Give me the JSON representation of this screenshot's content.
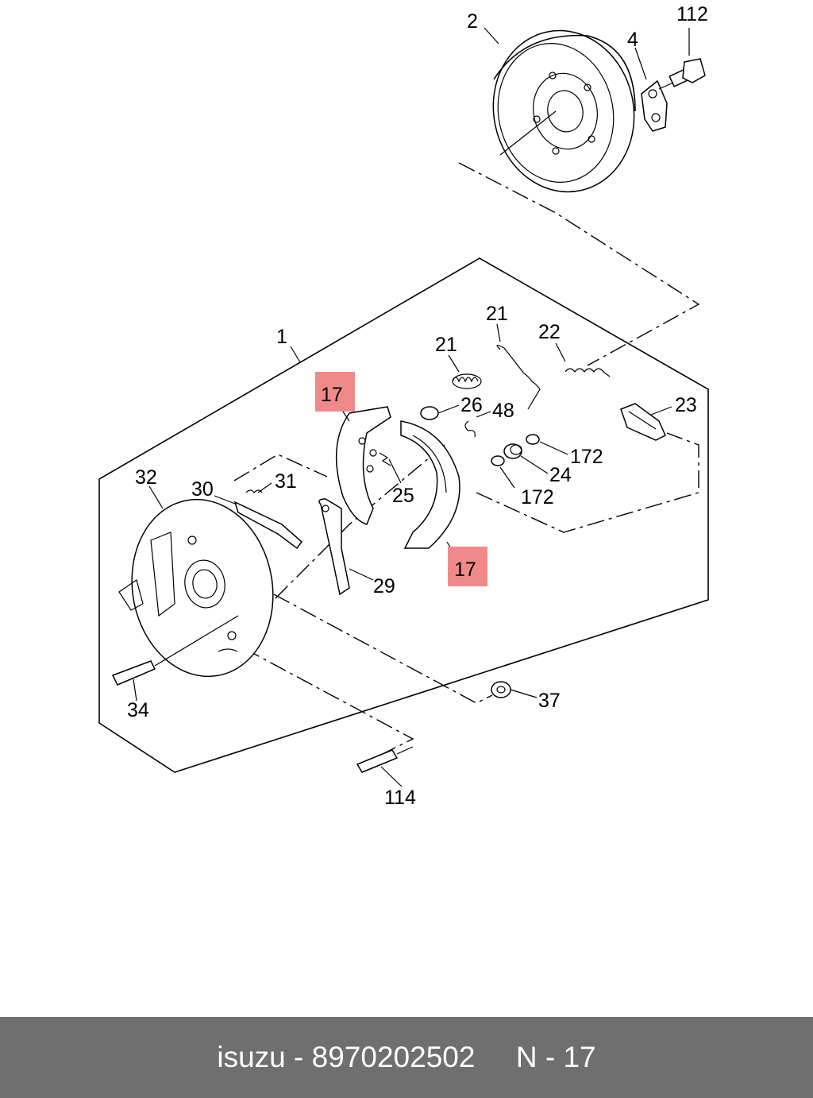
{
  "diagram": {
    "labels": {
      "l1": "1",
      "l2": "2",
      "l4": "4",
      "l112": "112",
      "l21a": "21",
      "l21b": "21",
      "l22": "22",
      "l17a": "17",
      "l17b": "17",
      "l26": "26",
      "l48": "48",
      "l23": "23",
      "l172a": "172",
      "l24": "24",
      "l172b": "172",
      "l25": "25",
      "l31": "31",
      "l30": "30",
      "l32": "32",
      "l29": "29",
      "l34": "34",
      "l37": "37",
      "l114": "114"
    },
    "highlight_color": "#f08a8a"
  },
  "footer": {
    "brand": "isuzu",
    "separator": " - ",
    "part_number": "8970202502",
    "gap": "     ",
    "section": "N - 17"
  }
}
